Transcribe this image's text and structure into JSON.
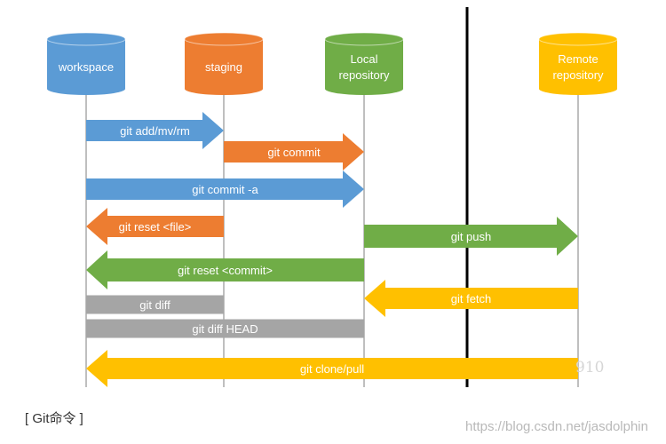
{
  "colors": {
    "workspace": "#5b9bd5",
    "staging": "#ed7d31",
    "local": "#70ad47",
    "remote": "#ffc000",
    "gray": "#a5a5a5",
    "lifeline": "#bfbfbf",
    "divider": "#000000"
  },
  "nodes": [
    {
      "id": "workspace",
      "lines": [
        "workspace"
      ],
      "color": "#5b9bd5"
    },
    {
      "id": "staging",
      "lines": [
        "staging"
      ],
      "color": "#ed7d31"
    },
    {
      "id": "local",
      "lines": [
        "Local",
        "repository"
      ],
      "color": "#70ad47"
    },
    {
      "id": "remote",
      "lines": [
        "Remote",
        "repository"
      ],
      "color": "#ffc000"
    }
  ],
  "commands": [
    {
      "label": "git add/mv/rm",
      "from": "workspace",
      "to": "staging",
      "color": "#5b9bd5",
      "arrow": true
    },
    {
      "label": "git commit",
      "from": "staging",
      "to": "local",
      "color": "#ed7d31",
      "arrow": true
    },
    {
      "label": "git commit -a",
      "from": "workspace",
      "to": "local",
      "color": "#5b9bd5",
      "arrow": true
    },
    {
      "label": "git reset <file>",
      "from": "staging",
      "to": "workspace",
      "color": "#ed7d31",
      "arrow": true
    },
    {
      "label": "git push",
      "from": "local",
      "to": "remote",
      "color": "#70ad47",
      "arrow": true
    },
    {
      "label": "git reset <commit>",
      "from": "local",
      "to": "workspace",
      "color": "#70ad47",
      "arrow": true
    },
    {
      "label": "git fetch",
      "from": "remote",
      "to": "local",
      "color": "#ffc000",
      "arrow": true
    },
    {
      "label": "git diff",
      "from": "workspace",
      "to": "staging",
      "color": "#a5a5a5",
      "arrow": false
    },
    {
      "label": "git diff HEAD",
      "from": "workspace",
      "to": "local",
      "color": "#a5a5a5",
      "arrow": false
    },
    {
      "label": "git clone/pull",
      "from": "remote",
      "to": "workspace",
      "color": "#ffc000",
      "arrow": true
    }
  ],
  "caption": "[ Git命令 ]",
  "watermark": "https://blog.csdn.net/jasdolphin",
  "faint_mark": "910"
}
